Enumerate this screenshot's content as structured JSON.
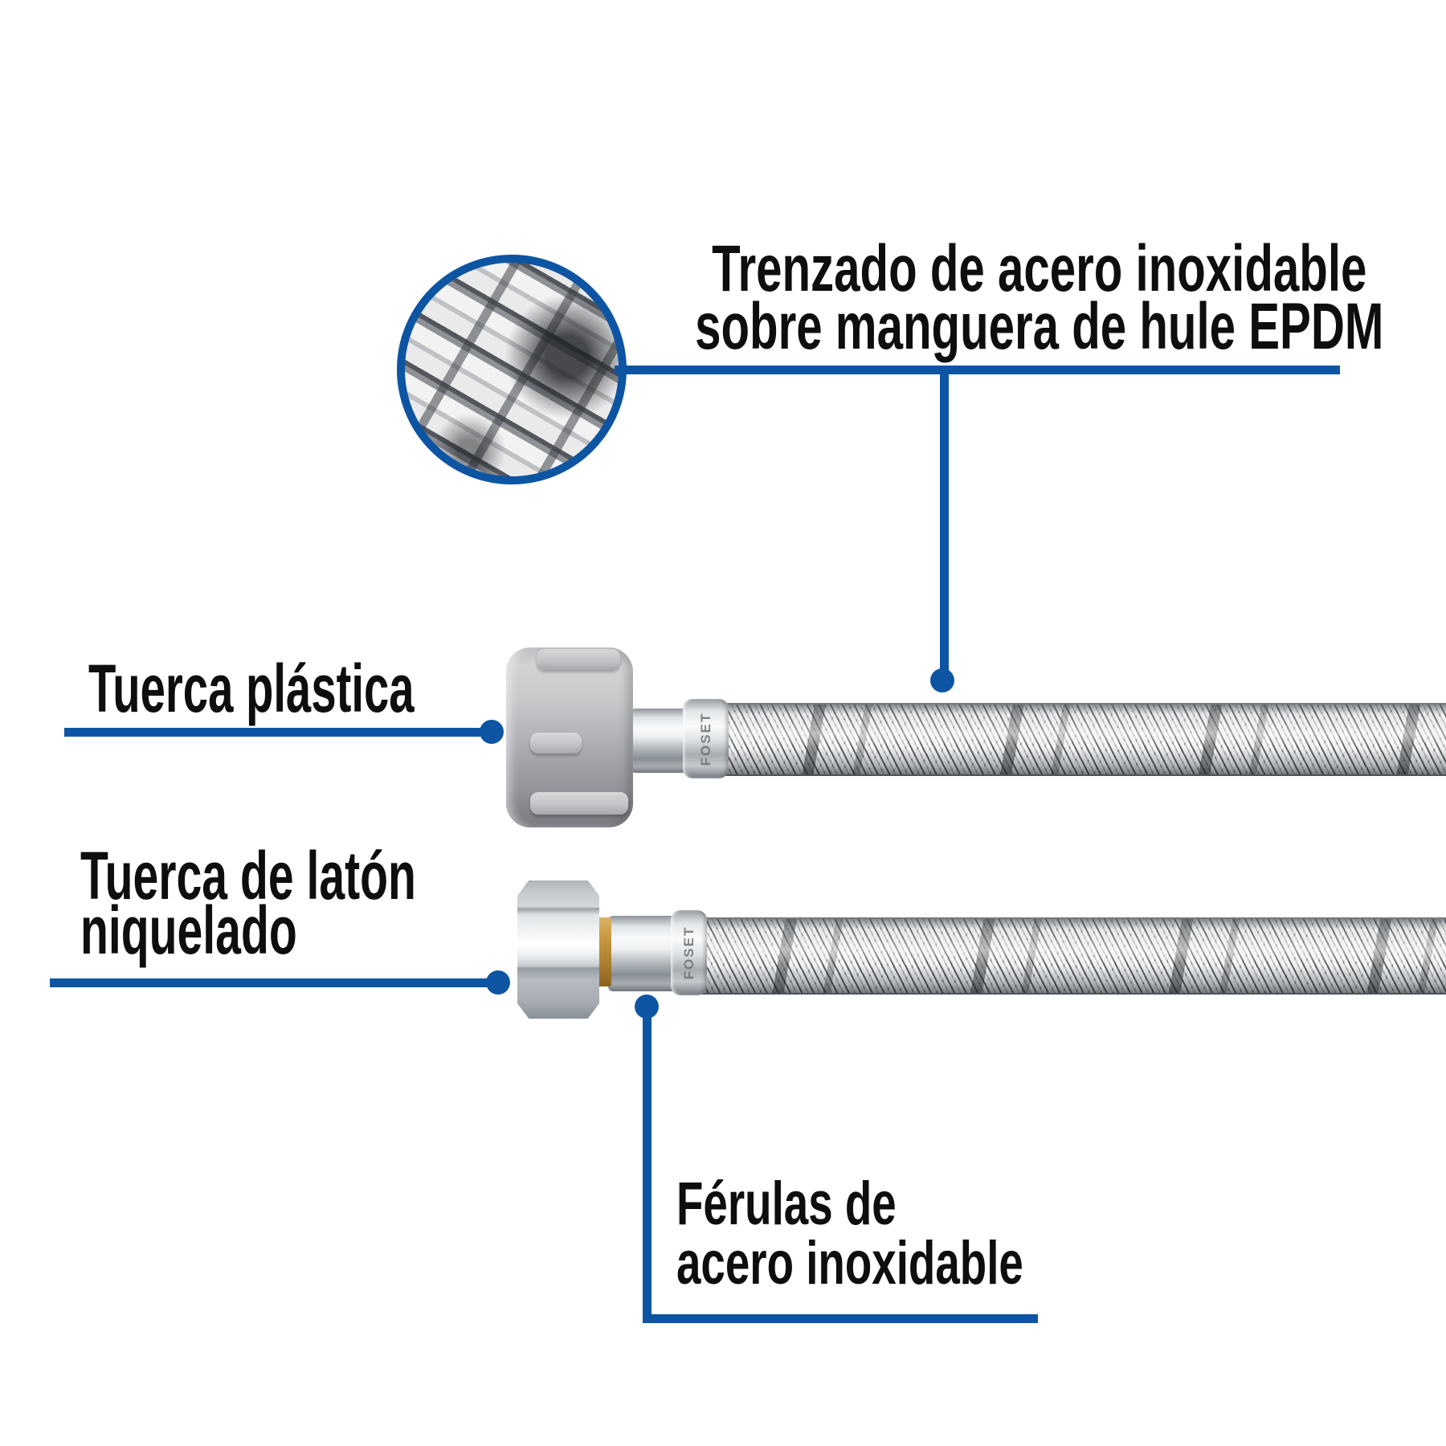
{
  "colors": {
    "accent": "#0d55a3",
    "text": "#0e0e0e",
    "background": "#ffffff"
  },
  "callouts": {
    "braid": {
      "line1": "Trenzado de acero inoxidable",
      "line2": "sobre manguera de hule EPDM"
    },
    "plastic_nut": {
      "label": "Tuerca plástica"
    },
    "brass_nut": {
      "line1": "Tuerca de latón",
      "line2": "niquelado"
    },
    "ferrules": {
      "line1": "Férulas de",
      "line2": "acero inoxidable"
    }
  },
  "hose": {
    "ferrule_marking": "FOSET"
  }
}
